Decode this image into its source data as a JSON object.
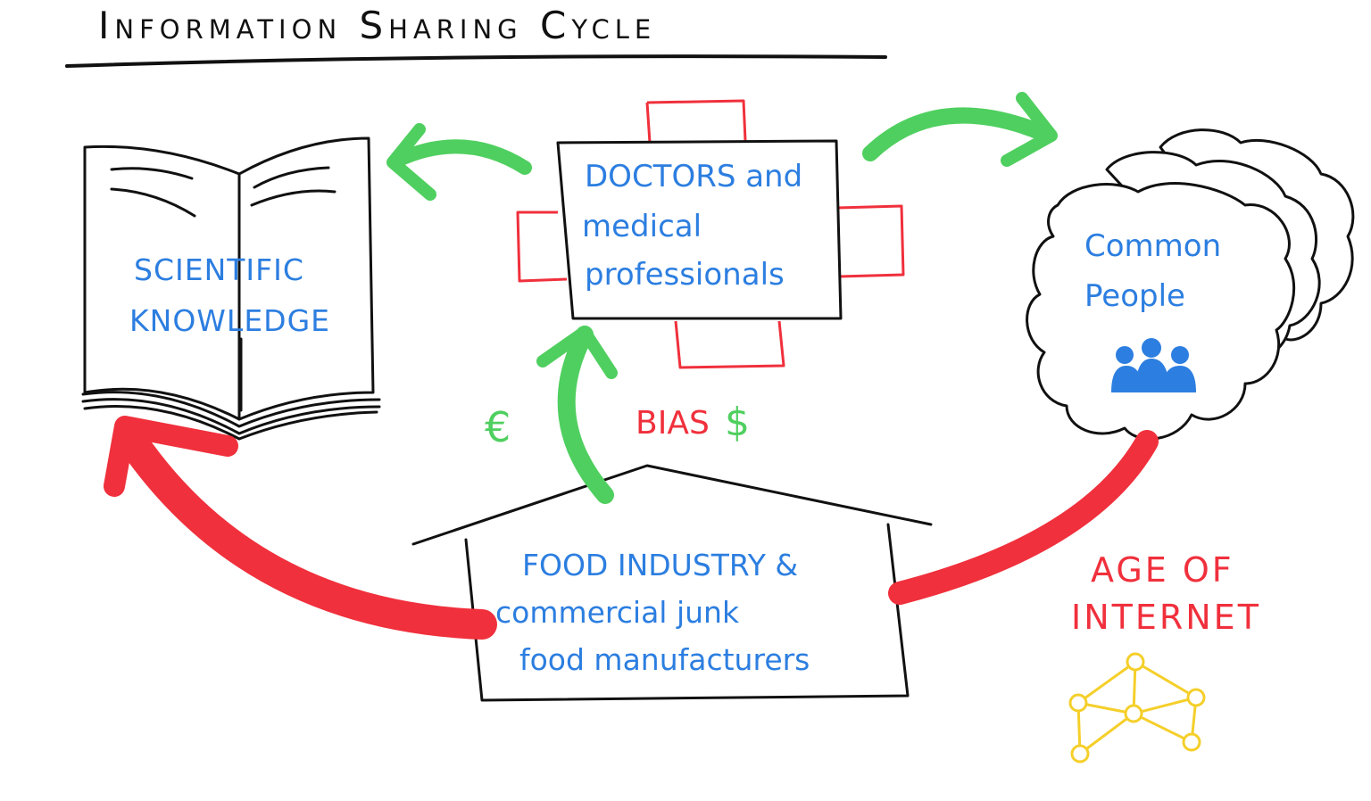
{
  "title": "Information Sharing Cycle",
  "nodes": {
    "scientific_knowledge": [
      "SCIENTIFIC",
      "KNOWLEDGE"
    ],
    "doctors": [
      "DOCTORS and",
      "medical",
      "professionals"
    ],
    "common_people": [
      "Common",
      "People"
    ],
    "food_industry": [
      "FOOD INDUSTRY &",
      "commercial junk",
      "food manufacturers"
    ]
  },
  "labels": {
    "bias": "BIAS",
    "dollar": "$",
    "euro": "€",
    "age_of_internet": [
      "AGE OF",
      "INTERNET"
    ]
  },
  "colors": {
    "ink": "#111111",
    "blue_text": "#2c7ee0",
    "red": "#f0303c",
    "green": "#4fcf5f",
    "yellow": "#f5cf2a"
  },
  "icons": {
    "book": "open-book-icon",
    "table": "table-with-chairs-icon",
    "cloud": "thought-cloud-icon",
    "people": "people-group-icon",
    "house": "factory-house-icon",
    "network": "network-nodes-icon"
  }
}
